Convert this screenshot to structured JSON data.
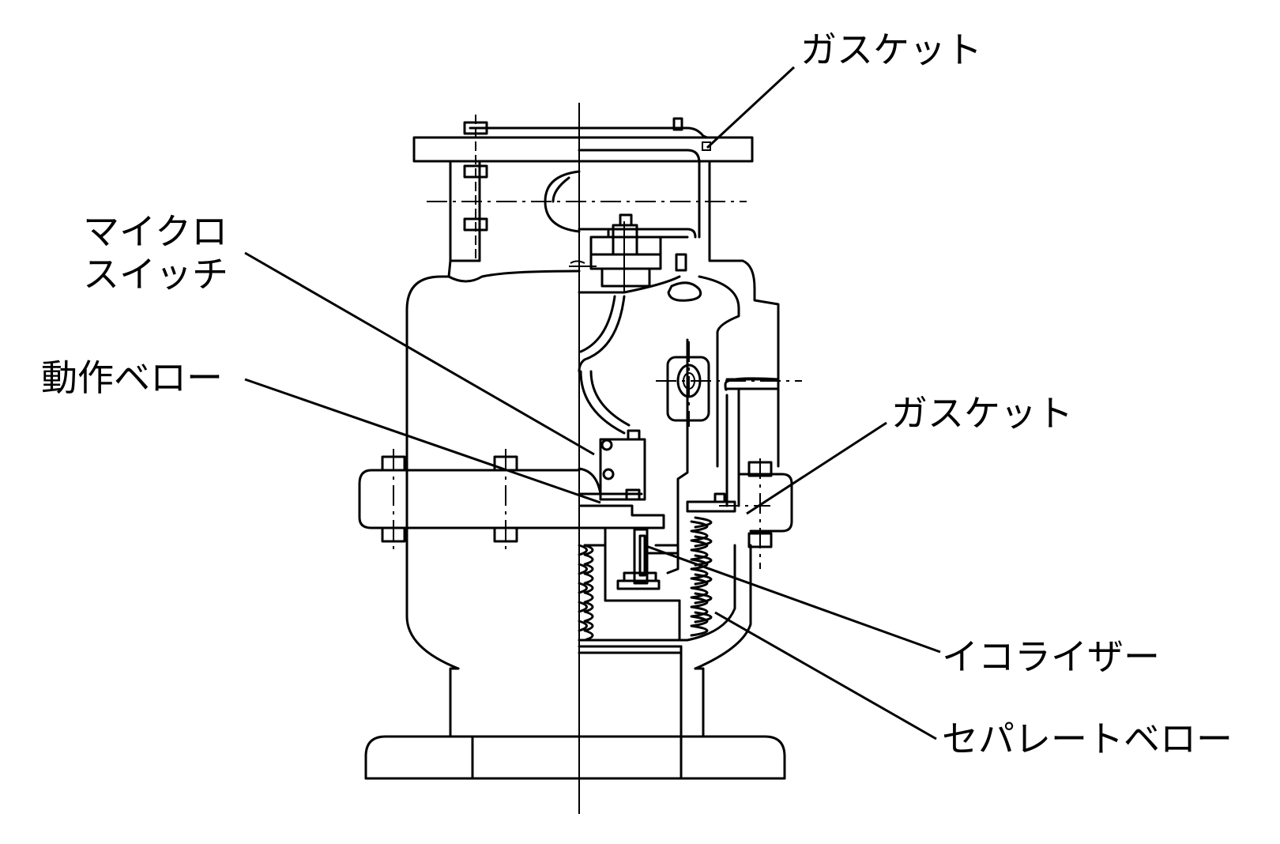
{
  "labels": {
    "gasket_top": "ガスケット",
    "micro_switch_line1": "マイクロ",
    "micro_switch_line2": "スイッチ",
    "operating_bellows": "動作ベロー",
    "gasket_right": "ガスケット",
    "equalizer": "イコライザー",
    "separate_bellows": "セパレートベロー"
  }
}
